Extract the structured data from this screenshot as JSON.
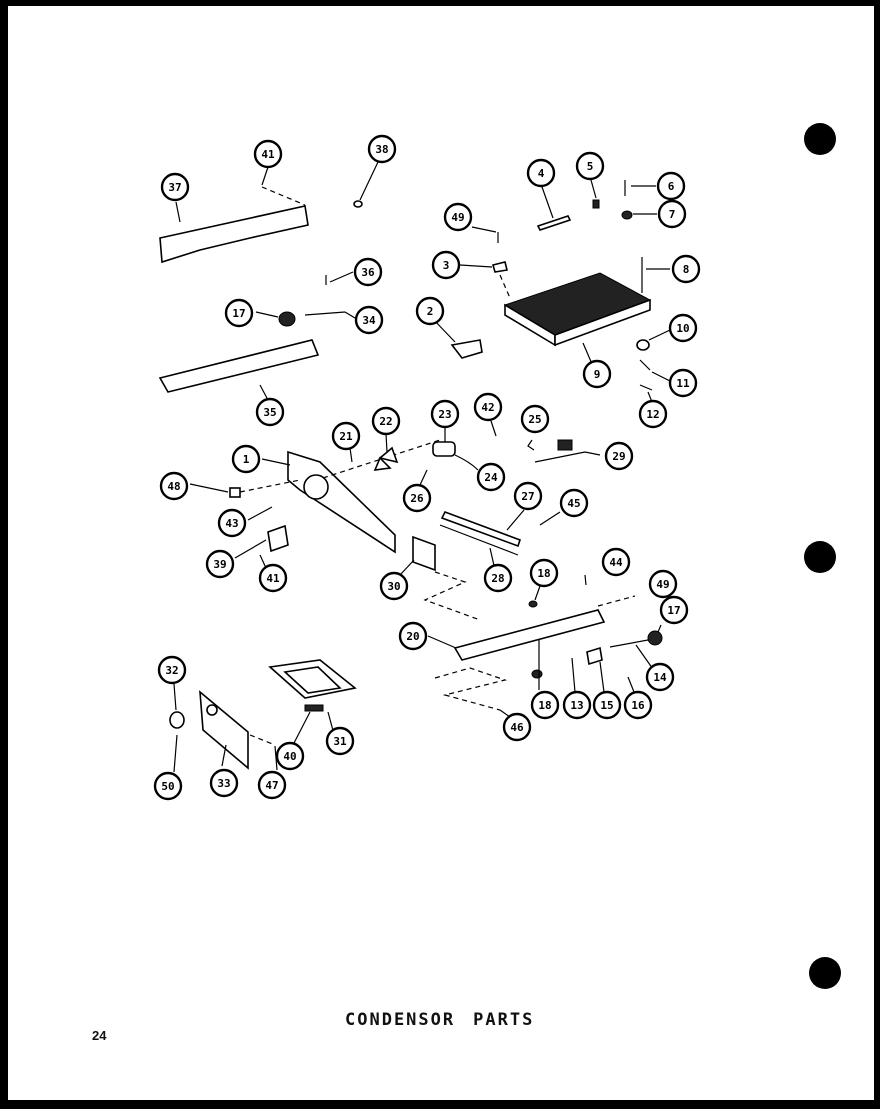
{
  "title": {
    "word1": "CONDENSOR",
    "word2": "PARTS"
  },
  "page_number": "24",
  "callouts": [
    {
      "id": "c41a",
      "label": "41"
    },
    {
      "id": "c38",
      "label": "38"
    },
    {
      "id": "c37",
      "label": "37"
    },
    {
      "id": "c4",
      "label": "4"
    },
    {
      "id": "c5",
      "label": "5"
    },
    {
      "id": "c6",
      "label": "6"
    },
    {
      "id": "c7",
      "label": "7"
    },
    {
      "id": "c49a",
      "label": "49"
    },
    {
      "id": "c3",
      "label": "3"
    },
    {
      "id": "c8a",
      "label": "8"
    },
    {
      "id": "c36",
      "label": "36"
    },
    {
      "id": "c17a",
      "label": "17"
    },
    {
      "id": "c34",
      "label": "34"
    },
    {
      "id": "c2",
      "label": "2"
    },
    {
      "id": "c9",
      "label": "9"
    },
    {
      "id": "c10",
      "label": "10"
    },
    {
      "id": "c11",
      "label": "11"
    },
    {
      "id": "c12",
      "label": "12"
    },
    {
      "id": "c35",
      "label": "35"
    },
    {
      "id": "c21",
      "label": "21"
    },
    {
      "id": "c22",
      "label": "22"
    },
    {
      "id": "c23",
      "label": "23"
    },
    {
      "id": "c42",
      "label": "42"
    },
    {
      "id": "c25",
      "label": "25"
    },
    {
      "id": "c29",
      "label": "29"
    },
    {
      "id": "c1",
      "label": "1"
    },
    {
      "id": "c48",
      "label": "48"
    },
    {
      "id": "c24",
      "label": "24"
    },
    {
      "id": "c26",
      "label": "26"
    },
    {
      "id": "c27",
      "label": "27"
    },
    {
      "id": "c45",
      "label": "45"
    },
    {
      "id": "c43",
      "label": "43"
    },
    {
      "id": "c39",
      "label": "39"
    },
    {
      "id": "c41b",
      "label": "41"
    },
    {
      "id": "c30",
      "label": "30"
    },
    {
      "id": "c28",
      "label": "28"
    },
    {
      "id": "c18a",
      "label": "18"
    },
    {
      "id": "c44",
      "label": "44"
    },
    {
      "id": "c49b",
      "label": "49"
    },
    {
      "id": "c17b",
      "label": "17"
    },
    {
      "id": "c20",
      "label": "20"
    },
    {
      "id": "c14",
      "label": "14"
    },
    {
      "id": "c32",
      "label": "32"
    },
    {
      "id": "c18b",
      "label": "18"
    },
    {
      "id": "c13",
      "label": "13"
    },
    {
      "id": "c15",
      "label": "15"
    },
    {
      "id": "c16",
      "label": "16"
    },
    {
      "id": "c46",
      "label": "46"
    },
    {
      "id": "c31",
      "label": "31"
    },
    {
      "id": "c40",
      "label": "40"
    },
    {
      "id": "c50",
      "label": "50"
    },
    {
      "id": "c33",
      "label": "33"
    },
    {
      "id": "c47",
      "label": "47"
    }
  ]
}
